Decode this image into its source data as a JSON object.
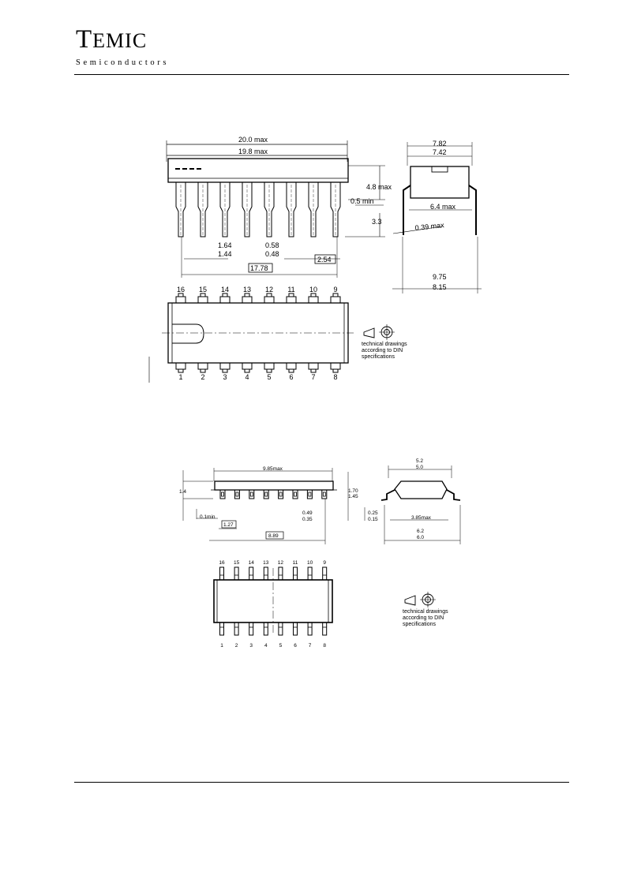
{
  "header": {
    "brand_first": "T",
    "brand_rest": "EMIC",
    "brand_sub": "Semiconductors"
  },
  "dip16": {
    "length_max": "20.0 max",
    "body_length_max": "19.8 max",
    "height_max": "4.8 max",
    "standoff_min": "0.5 min",
    "lead_length": "3.3",
    "lead_width_shoulder_a": "1.64",
    "lead_width_shoulder_b": "1.44",
    "lead_width_a": "0.58",
    "lead_width_b": "0.48",
    "pitch": "2.54",
    "pitch_span": "17.78",
    "row_width_a": "7.82",
    "row_width_b": "7.42",
    "body_width": "6.4 max",
    "lead_thickness": "0.39 max",
    "lead_spread_a": "9.75",
    "lead_spread_b": "8.15",
    "pins_top": [
      "16",
      "15",
      "14",
      "13",
      "12",
      "11",
      "10",
      "9"
    ],
    "pins_bottom": [
      "1",
      "2",
      "3",
      "4",
      "5",
      "6",
      "7",
      "8"
    ],
    "note_line1": "technical drawings",
    "note_line2": "according to DIN",
    "note_line3": "specifications"
  },
  "so16": {
    "length_max": "9.85max",
    "height": "1.4",
    "standoff": "0.1min",
    "body_height_a": "1.70",
    "body_height_b": "1.45",
    "pitch": "1.27",
    "pitch_span": "8.89",
    "lead_width_a": "0.49",
    "lead_width_b": "0.35",
    "lead_thickness_a": "0.25",
    "lead_thickness_b": "0.15",
    "body_width_a": "5.2",
    "body_width_b": "5.0",
    "body_width_max": "3.85max",
    "overall_width_a": "6.2",
    "overall_width_b": "6.0",
    "pins_top": [
      "16",
      "15",
      "14",
      "13",
      "12",
      "11",
      "10",
      "9"
    ],
    "pins_bottom": [
      "1",
      "2",
      "3",
      "4",
      "5",
      "6",
      "7",
      "8"
    ],
    "note_line1": "technical drawings",
    "note_line2": "according to DIN",
    "note_line3": "specifications"
  }
}
